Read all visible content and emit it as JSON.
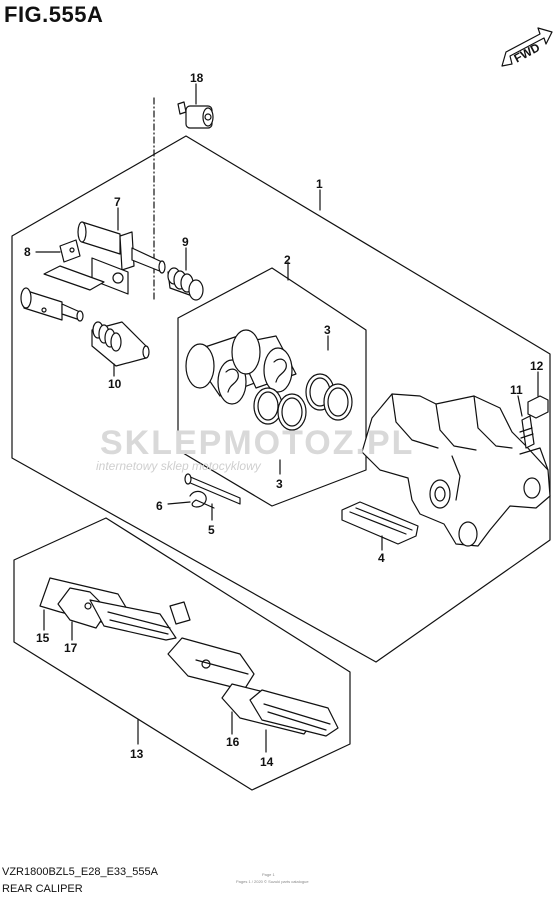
{
  "figure": {
    "title": "FIG.555A",
    "fwd_label": "FWD"
  },
  "callouts": {
    "c1": "1",
    "c2": "2",
    "c3a": "3",
    "c3b": "3",
    "c4": "4",
    "c5": "5",
    "c6": "6",
    "c7": "7",
    "c8": "8",
    "c9": "9",
    "c10": "10",
    "c11": "11",
    "c12": "12",
    "c13": "13",
    "c14": "14",
    "c15": "15",
    "c16": "16",
    "c17": "17",
    "c18": "18"
  },
  "watermark": {
    "brand": "SKLEPMOTOZ.PL",
    "tagline": "internetowy sklep motocyklowy"
  },
  "footer": {
    "code": "VZR1800BZL5_E28_E33_555A",
    "name": "REAR CALIPER",
    "fine_print_1": "Page 1",
    "fine_print_2": "Pages 1 / 2020 © Suzuki parts catalogue"
  },
  "colors": {
    "line": "#111111",
    "watermark_red": "#e84b4b",
    "watermark_gray": "#d6d6d6"
  }
}
